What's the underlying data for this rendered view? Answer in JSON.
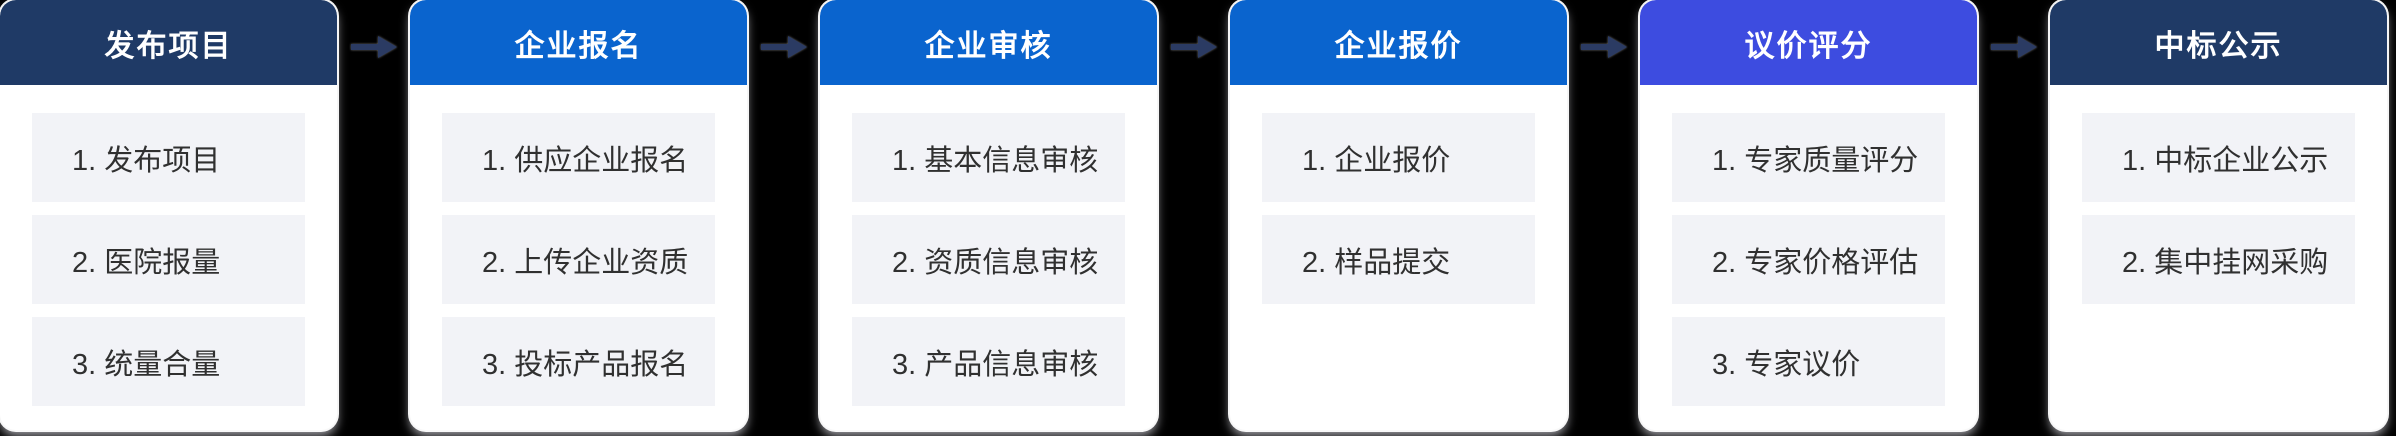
{
  "canvas": {
    "background": "#000000"
  },
  "flow": {
    "arrow_color": "#2B3B63",
    "colors": {
      "card_bg": "#FFFFFF",
      "header_text": "#FFFFFF",
      "item_bg": "#F2F3F7",
      "item_text": "#303030",
      "dark_header": "#1F3A66",
      "blue_header": "#0A64CE",
      "indigo_header": "#3D4CE0"
    },
    "steps": [
      {
        "title": "发布项目",
        "header_color": "#1F3A66",
        "items": [
          "1. 发布项目",
          "2. 医院报量",
          "3. 统量合量"
        ]
      },
      {
        "title": "企业报名",
        "header_color": "#0A64CE",
        "items": [
          "1. 供应企业报名",
          "2. 上传企业资质",
          "3. 投标产品报名"
        ]
      },
      {
        "title": "企业审核",
        "header_color": "#0A64CE",
        "items": [
          "1. 基本信息审核",
          "2. 资质信息审核",
          "3. 产品信息审核"
        ]
      },
      {
        "title": "企业报价",
        "header_color": "#0A64CE",
        "items": [
          "1. 企业报价",
          "2. 样品提交"
        ]
      },
      {
        "title": "议价评分",
        "header_color": "#3D4CE0",
        "items": [
          "1. 专家质量评分",
          "2. 专家价格评估",
          "3. 专家议价"
        ]
      },
      {
        "title": "中标公示",
        "header_color": "#1F3A66",
        "items": [
          "1. 中标企业公示",
          "2. 集中挂网采购"
        ]
      }
    ]
  }
}
